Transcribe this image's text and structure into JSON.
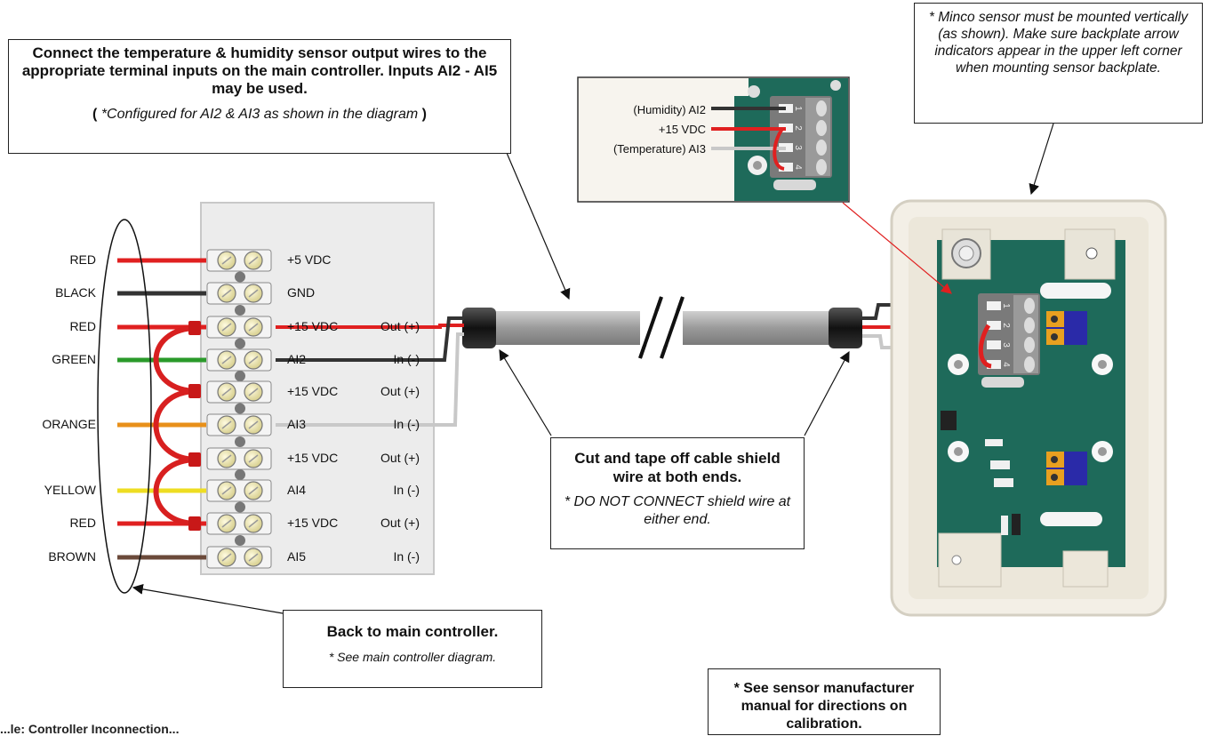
{
  "callouts": {
    "top_left": {
      "main": "Connect the temperature & humidity sensor output wires to the appropriate terminal inputs on the main controller. Inputs AI2 - AI5 may be used.",
      "paren_open": "(",
      "note": "*Configured for AI2 & AI3 as shown in the diagram",
      "paren_close": ")"
    },
    "top_right": "* Minco sensor must be mounted vertically (as shown). Make sure backplate arrow indicators appear in the upper left corner when mounting sensor backplate.",
    "cut_tape": {
      "main": "Cut and tape off cable shield wire at both ends.",
      "note": "* DO NOT CONNECT shield wire at either end."
    },
    "back_to_main": {
      "main": "Back to main controller.",
      "note": "* See main controller diagram."
    },
    "calibration": "* See sensor manufacturer manual for directions on calibration."
  },
  "inset": {
    "labels": [
      "(Humidity) AI2",
      "+15 VDC",
      "(Temperature) AI3"
    ]
  },
  "wires": [
    {
      "label": "RED",
      "color": "#e02020"
    },
    {
      "label": "BLACK",
      "color": "#333333"
    },
    {
      "label": "RED",
      "color": "#e02020"
    },
    {
      "label": "GREEN",
      "color": "#2a9a2a"
    },
    {
      "label": "ORANGE",
      "color": "#e8901a"
    },
    {
      "label": "YELLOW",
      "color": "#eedd22"
    },
    {
      "label": "RED",
      "color": "#e02020"
    },
    {
      "label": "BROWN",
      "color": "#6b4a3a"
    }
  ],
  "terminals": [
    {
      "name": "+5 VDC",
      "io": ""
    },
    {
      "name": "GND",
      "io": ""
    },
    {
      "name": "+15 VDC",
      "io": "Out (+)"
    },
    {
      "name": "AI2",
      "io": "In (-)"
    },
    {
      "name": "+15 VDC",
      "io": "Out (+)"
    },
    {
      "name": "AI3",
      "io": "In (-)"
    },
    {
      "name": "+15 VDC",
      "io": "Out (+)"
    },
    {
      "name": "AI4",
      "io": "In (-)"
    },
    {
      "name": "+15 VDC",
      "io": "Out (+)"
    },
    {
      "name": "AI5",
      "io": "In (-)"
    }
  ],
  "pin_numbers": [
    "1",
    "2",
    "3",
    "4"
  ],
  "bottom_cut_text": "...le: Controller Inconnection...",
  "colors": {
    "pcb": "#1e6a5a",
    "terminal_block": "#e8e8e8",
    "cable": "#a8a8a8",
    "sensor_housing": "#f3efe6"
  }
}
